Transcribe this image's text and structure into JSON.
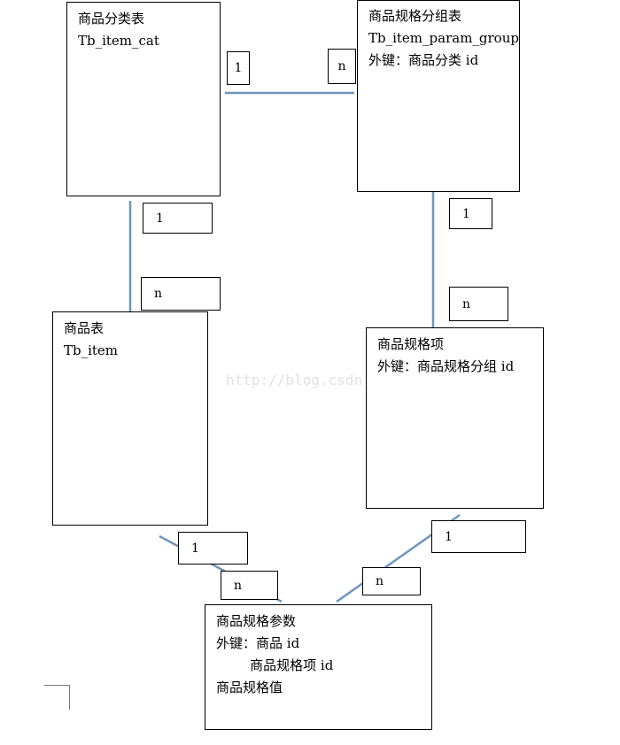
{
  "entities": {
    "category": {
      "lines": [
        "商品分类表",
        "Tb_item_cat"
      ]
    },
    "param_group": {
      "lines": [
        "商品规格分组表",
        "Tb_item_param_group",
        "外键：商品分类 id"
      ]
    },
    "item": {
      "lines": [
        "商品表",
        "Tb_item"
      ]
    },
    "param_key": {
      "lines": [
        "商品规格项",
        "外键：商品规格分组 id"
      ]
    },
    "param_value": {
      "lines": [
        "商品规格参数",
        "外键：商品 id",
        "        商品规格项 id",
        "商品规格值"
      ]
    }
  },
  "relationships": [
    {
      "id": "category-group",
      "from": "category",
      "to": "param_group",
      "from_card": "1",
      "to_card": "n"
    },
    {
      "id": "category-item",
      "from": "category",
      "to": "item",
      "from_card": "1",
      "to_card": "n"
    },
    {
      "id": "group-key",
      "from": "param_group",
      "to": "param_key",
      "from_card": "1",
      "to_card": "n"
    },
    {
      "id": "item-value",
      "from": "item",
      "to": "param_value",
      "from_card": "1",
      "to_card": "n"
    },
    {
      "id": "key-value",
      "from": "param_key",
      "to": "param_value",
      "from_card": "1",
      "to_card": "n"
    }
  ],
  "watermark": "http://blog.csdn.net/",
  "colors": {
    "connector": "#6f96bd",
    "border": "#000000",
    "watermark": "#e1e1e1"
  }
}
